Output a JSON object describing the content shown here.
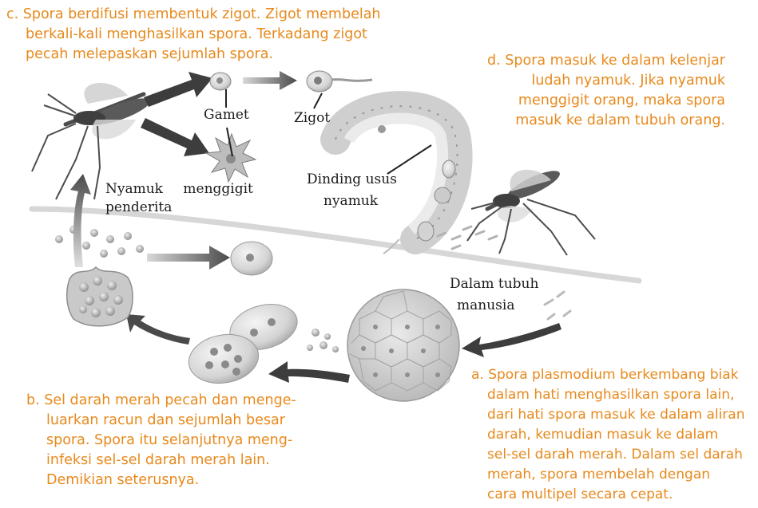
{
  "colors": {
    "caption_text": "#e8891c",
    "label_text": "#1b1b1b",
    "arrow": "#3a3a3a",
    "cell": "#e2e2e2"
  },
  "captions": {
    "c": [
      "c. Spora berdifusi membentuk zigot. Zigot membelah",
      "berkali-kali menghasilkan spora. Terkadang zigot",
      "pecah melepaskan sejumlah spora."
    ],
    "d": [
      "d.  Spora masuk ke dalam kelenjar",
      "ludah nyamuk. Jika nyamuk",
      "menggigit orang, maka spora",
      "masuk ke dalam tubuh orang."
    ],
    "b": [
      "b. Sel darah merah pecah dan menge-",
      "luarkan racun dan sejumlah besar",
      "spora. Spora itu selanjutnya meng-",
      "infeksi sel-sel darah merah lain.",
      "Demikian seterusnya."
    ],
    "a": [
      "a. Spora plasmodium berkembang biak",
      "dalam hati menghasilkan spora lain,",
      "dari hati spora masuk ke dalam aliran",
      "darah, kemudian masuk ke dalam",
      "sel-sel darah merah. Dalam sel darah",
      "merah, spora membelah dengan",
      "cara multipel secara cepat."
    ]
  },
  "labels": {
    "gamet": "Gamet",
    "zigot": "Zigot",
    "nyamuk_menggigit": [
      "Nyamuk menggigit",
      "penderita"
    ],
    "dinding_usus": [
      "Dinding usus",
      "nyamuk"
    ],
    "dalam_tubuh": [
      "Dalam tubuh",
      "manusia"
    ]
  },
  "icons": [
    "mosquito-icon",
    "gamete-cell-icon",
    "zygote-cell-icon",
    "star-gamete-icon",
    "mosquito-gut-wall",
    "liver-tissue-icon",
    "red-blood-cell-icon",
    "burst-cell-icon",
    "cycle-arrow-icon"
  ]
}
